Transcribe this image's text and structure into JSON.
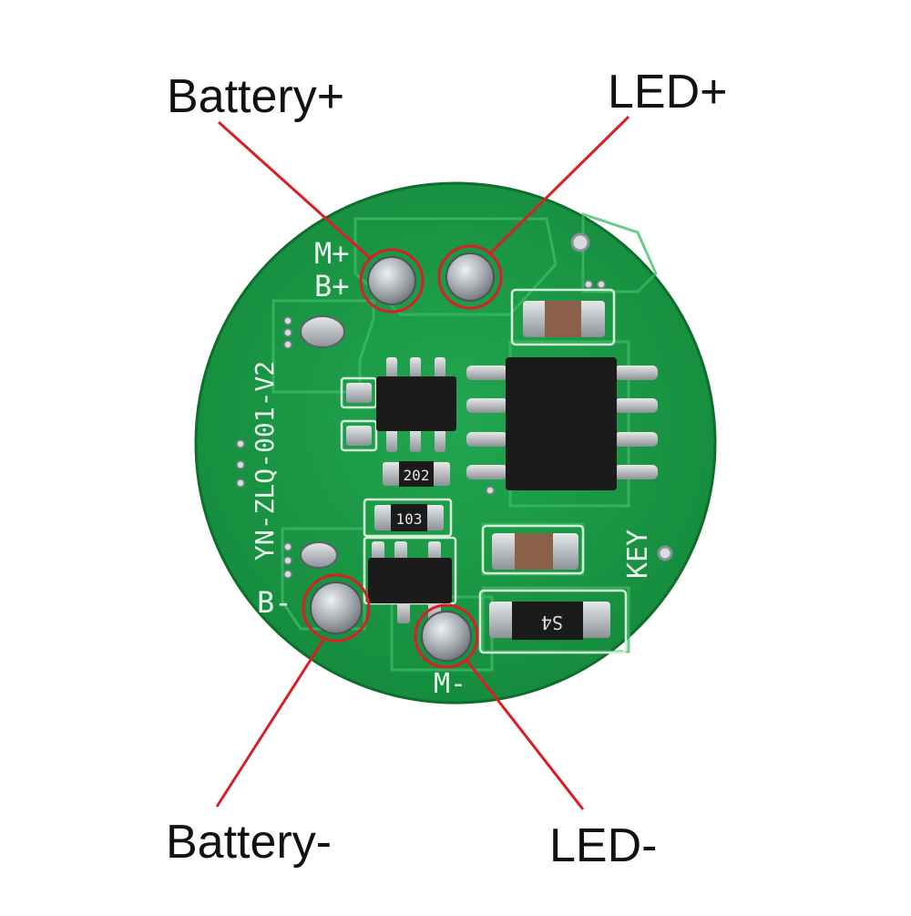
{
  "labels": {
    "battery_plus": "Battery+",
    "led_plus": "LED+",
    "battery_minus": "Battery-",
    "led_minus": "LED-"
  },
  "silkscreen": {
    "m_plus": "M+",
    "b_plus": "B+",
    "b_minus": "B-",
    "m_minus": "M-",
    "board_id": "YN-ZLQ-001-V2",
    "key": "KEY",
    "r1_code": "202",
    "r2_code": "103",
    "diode_code": "S4"
  },
  "colors": {
    "board": "#1f9d4a",
    "board_dark": "#137a36",
    "pad": "#b7bcc0",
    "callout": "#d81f26",
    "label_text": "#111111",
    "silk": "#e9f4ea",
    "chip": "#1b1b1b"
  }
}
